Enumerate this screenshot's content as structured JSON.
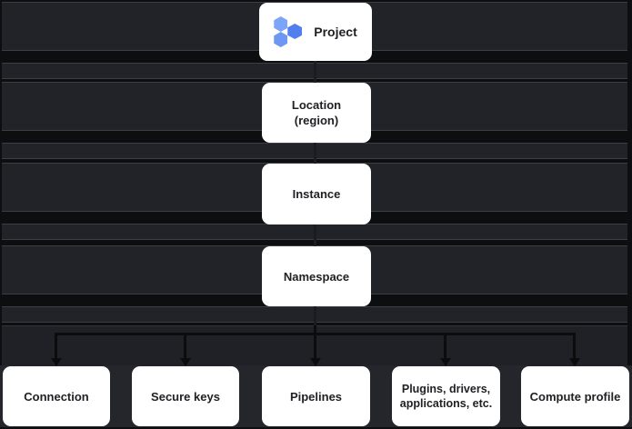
{
  "diagram": {
    "hierarchy": [
      {
        "label": "Project",
        "icon": "hexagon-cluster-icon"
      },
      {
        "label": "Location\n(region)"
      },
      {
        "label": "Instance"
      },
      {
        "label": "Namespace"
      }
    ],
    "children": [
      {
        "label": "Connection"
      },
      {
        "label": "Secure keys"
      },
      {
        "label": "Pipelines"
      },
      {
        "label": "Plugins, drivers,\napplications, etc."
      },
      {
        "label": "Compute profile"
      }
    ]
  },
  "colors": {
    "page_background": "#0d0e10",
    "stripe_panel": "#212329",
    "stripe_border": "#3b3e44",
    "zone_background": "#1f2126",
    "bottom_zone_background": "#24262b",
    "connector": "#0b0c0e",
    "connector_faint": "#1a1c20",
    "card_background": "#ffffff",
    "card_text": "#202124",
    "hex_light": "#7ca4f7",
    "hex_medium": "#527eee",
    "hex_soft": "#6e97f4"
  }
}
